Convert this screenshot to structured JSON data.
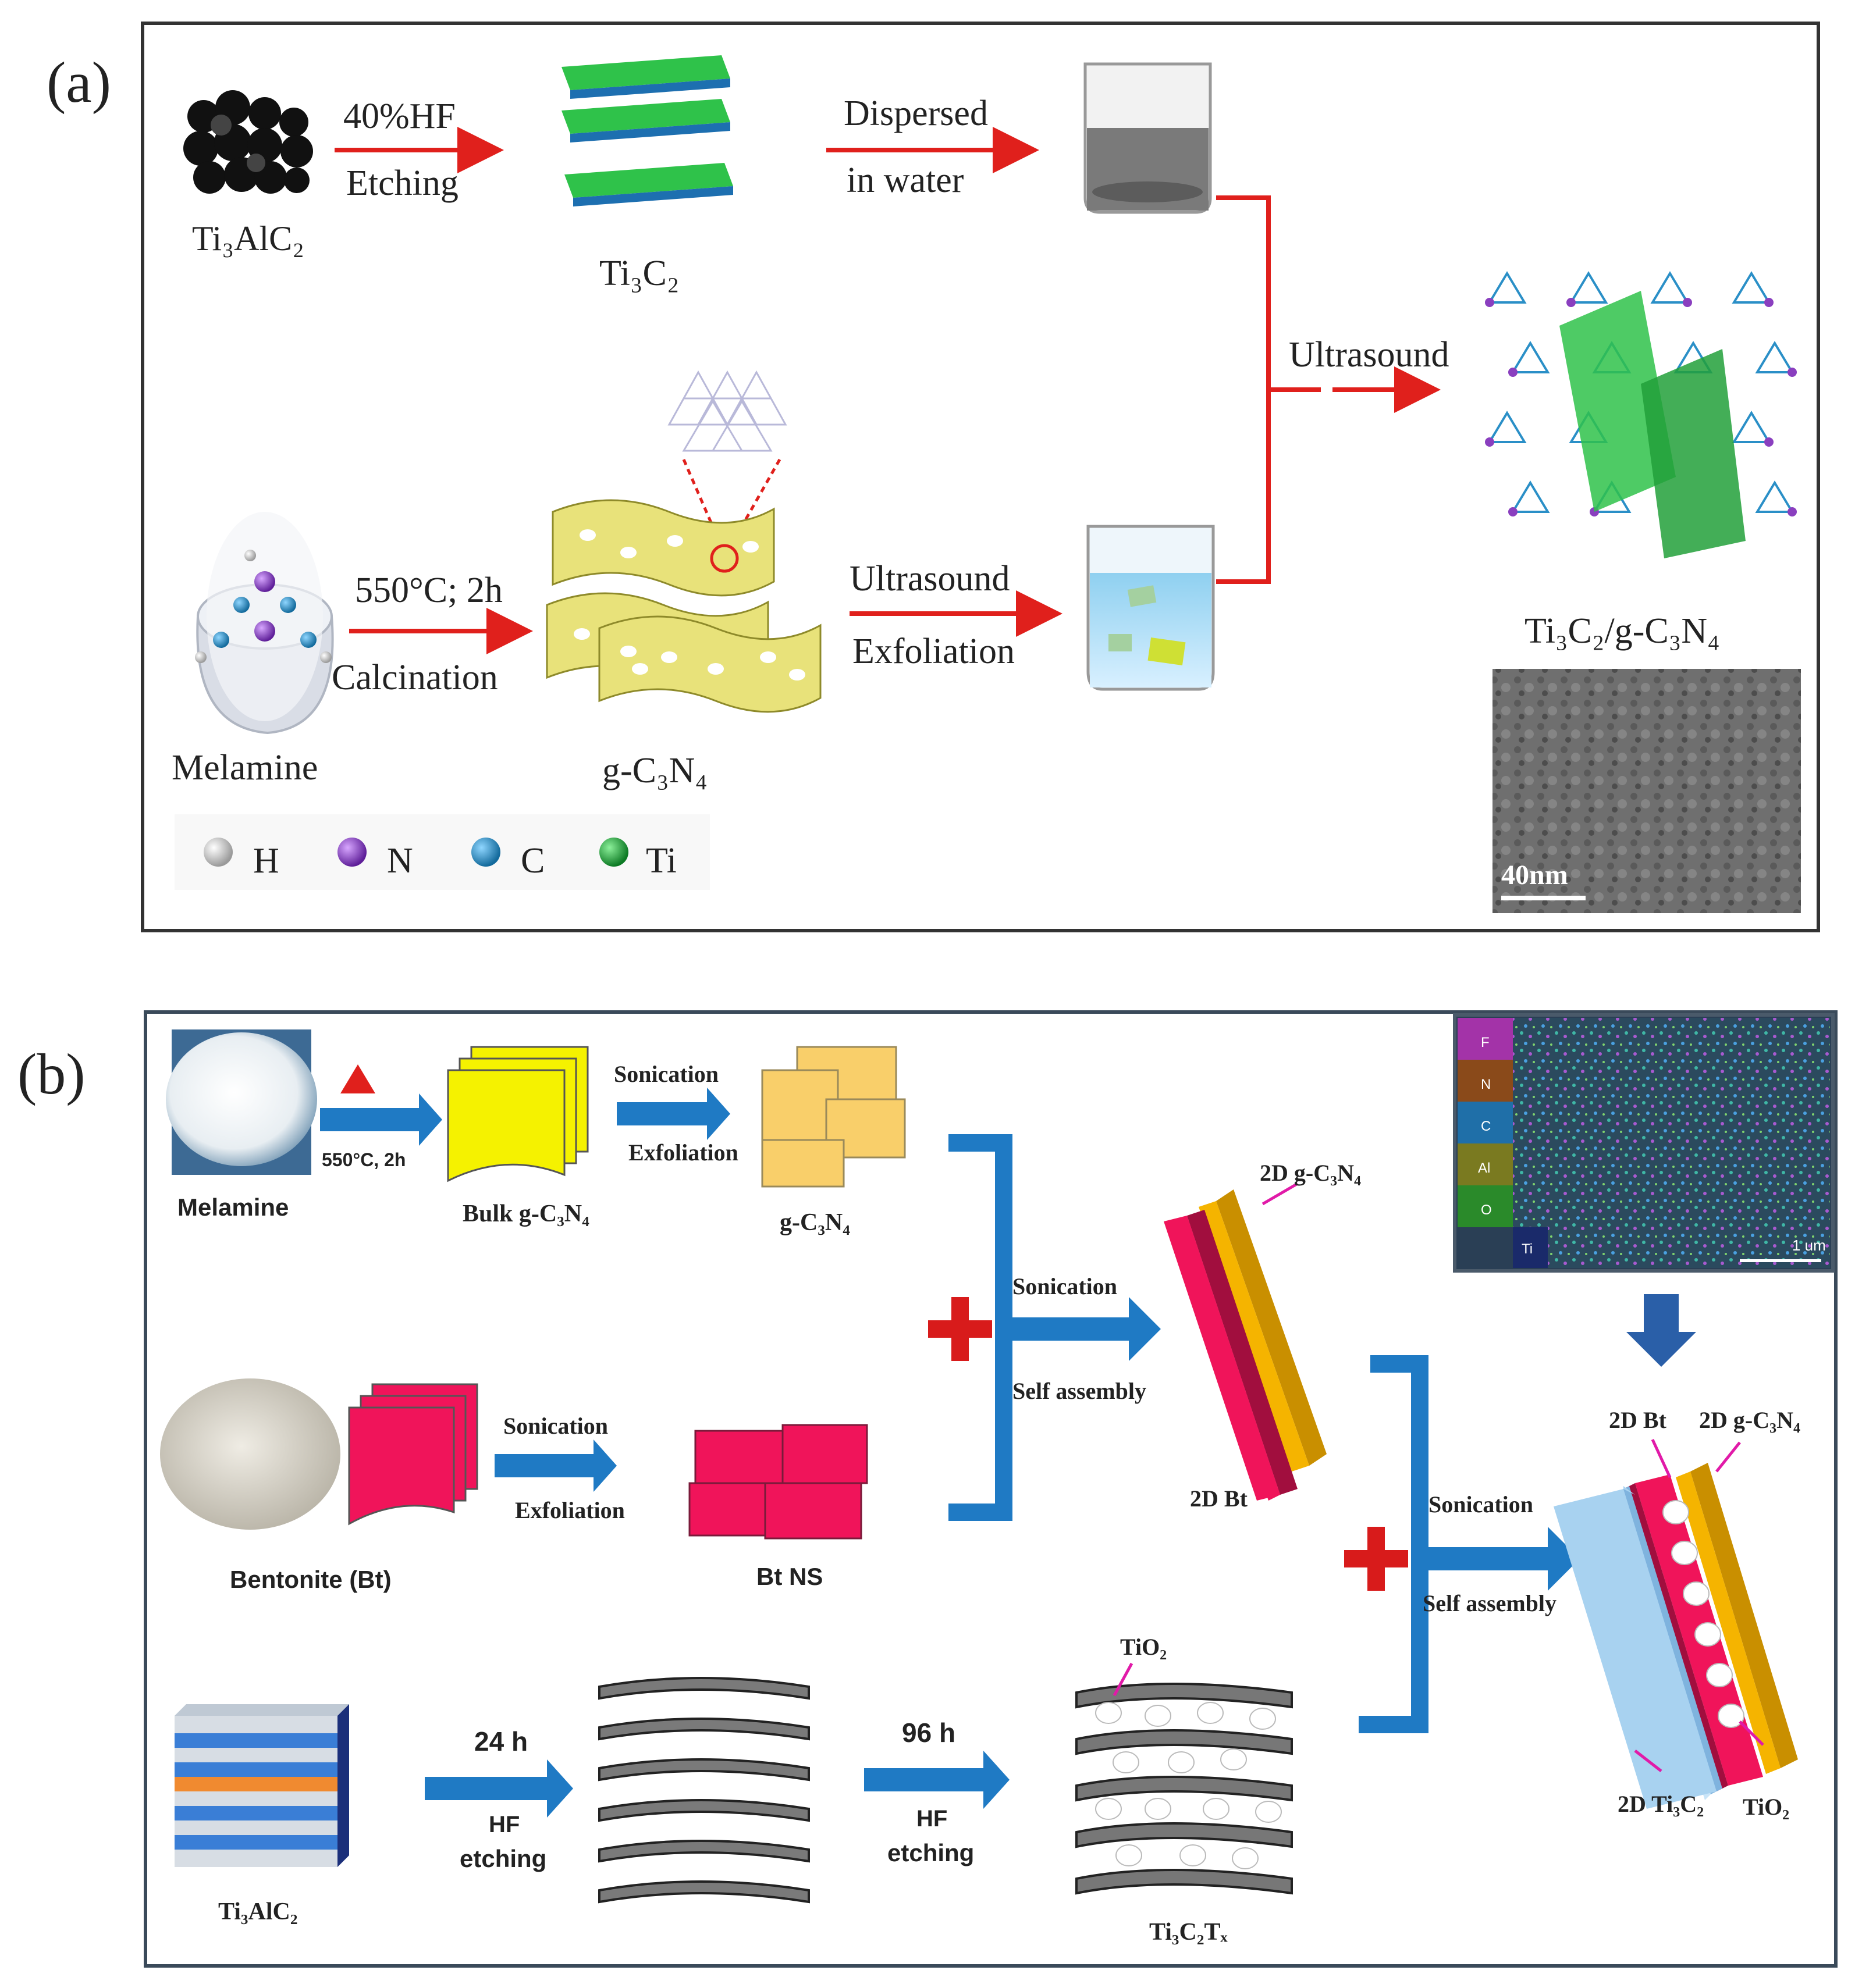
{
  "panel_a": {
    "label": "(a)",
    "ti3alc2": "Ti₃AlC₂",
    "step1_top": "40%HF",
    "step1_bottom": "Etching",
    "ti3c2": "Ti₃C₂",
    "step2_top": "Dispersed",
    "step2_bottom": "in water",
    "melamine": "Melamine",
    "step3_top": "550°C; 2h",
    "step3_bottom": "Calcination",
    "gc3n4": "g-C₃N₄",
    "step4_top": "Ultrasound",
    "step4_bottom": "Exfoliation",
    "merge_label": "Ultrasound",
    "product": "Ti₃C₂/g-C₃N₄",
    "scale_bar": "40nm",
    "legend": [
      {
        "symbol": "H",
        "color": "#f4f4f4"
      },
      {
        "symbol": "N",
        "color": "#8a3fbf"
      },
      {
        "symbol": "C",
        "color": "#2a8fc7"
      },
      {
        "symbol": "Ti",
        "color": "#22b03c"
      }
    ]
  },
  "panel_b": {
    "label": "(b)",
    "melamine": "Melamine",
    "heat_cond": "550°C, 2h",
    "bulk": "Bulk g-C₃N₄",
    "row1_step_top": "Sonication",
    "row1_step_bottom": "Exfoliation",
    "gc3n4": "g-C₃N₄",
    "bentonite": "Bentonite (Bt)",
    "row2_step_top": "Sonication",
    "row2_step_bottom": "Exfoliation",
    "bt_ns": "Bt NS",
    "assembly1_top": "Sonication",
    "assembly1_bottom": "Self assembly",
    "label_2d_gcn": "2D g-C₃N₄",
    "label_2d_bt": "2D Bt",
    "ti3alc2": "Ti₃AlC₂",
    "step_24h": "24 h",
    "hf1_top": "HF",
    "hf1_bottom": "etching",
    "step_96h": "96 h",
    "hf2_top": "HF",
    "hf2_bottom": "etching",
    "tio2_label": "TiO₂",
    "ti3c2tx": "Ti₃C₂Tₓ",
    "assembly2_top": "Sonication",
    "assembly2_bottom": "Self assembly",
    "final_bt": "2D Bt",
    "final_gcn": "2D g-C₃N₄",
    "final_ti3c2": "2D Ti₃C₂",
    "final_tio2": "TiO₂",
    "map_elements": [
      "F",
      "N",
      "C",
      "Al",
      "O",
      "Ti"
    ],
    "map_scale": "1 um"
  },
  "colors": {
    "red_arrow": "#e0201c",
    "blue_arrow": "#1f7ac4",
    "pink_sheet": "#f0145a",
    "yellow_sheet": "#f5f200",
    "orange_sheet": "#f5b400",
    "light_blue_sheet": "#a8d2f0",
    "plus_red": "#d81b1b"
  }
}
